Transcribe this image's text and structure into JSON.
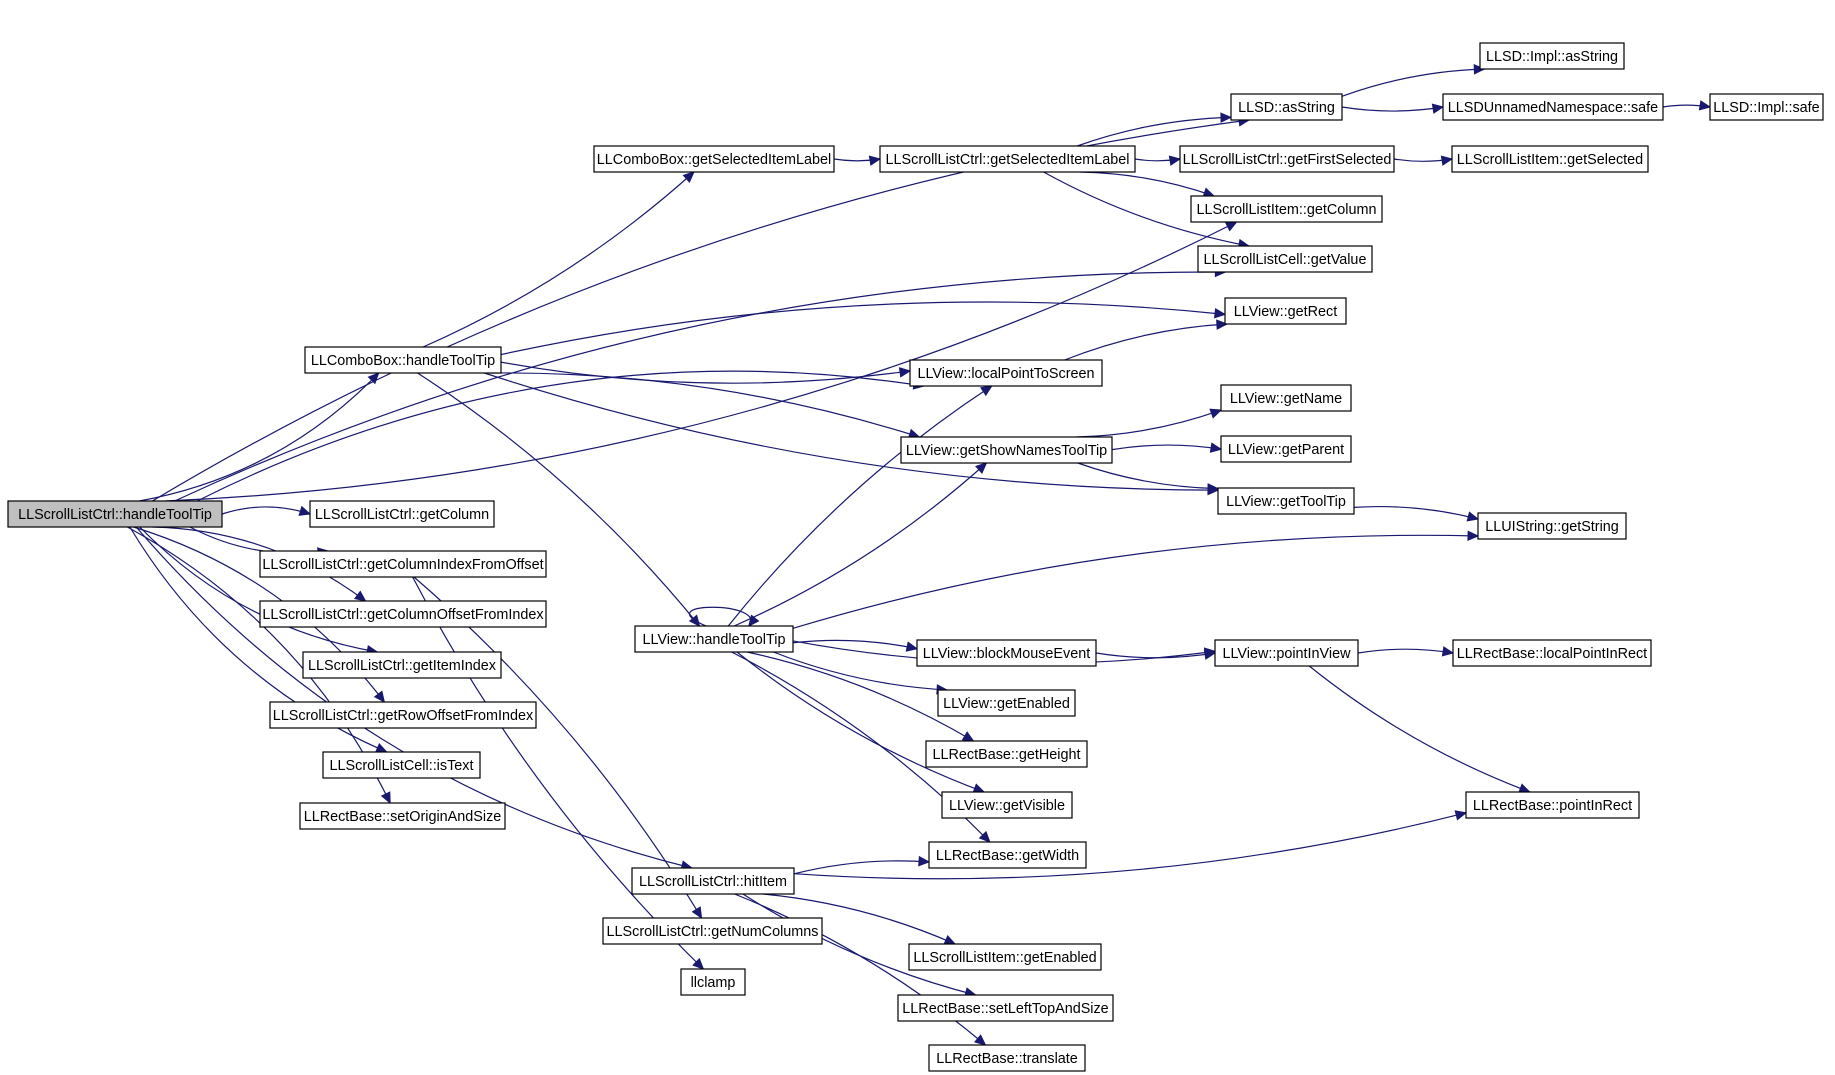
{
  "graph": {
    "nodes": [
      {
        "id": "root",
        "label": "LLScrollListCtrl::handleToolTip",
        "root": true
      },
      {
        "id": "getColumn_ctrl",
        "label": "LLScrollListCtrl::getColumn"
      },
      {
        "id": "getColIdxFromOff",
        "label": "LLScrollListCtrl::getColumnIndexFromOffset"
      },
      {
        "id": "getColOffFromIdx",
        "label": "LLScrollListCtrl::getColumnOffsetFromIndex"
      },
      {
        "id": "getItemIndex",
        "label": "LLScrollListCtrl::getItemIndex"
      },
      {
        "id": "getRowOffFromIdx",
        "label": "LLScrollListCtrl::getRowOffsetFromIndex"
      },
      {
        "id": "cellIsText",
        "label": "LLScrollListCell::isText"
      },
      {
        "id": "setOriginAndSize",
        "label": "LLRectBase::setOriginAndSize"
      },
      {
        "id": "comboHandleToolTip",
        "label": "LLComboBox::handleToolTip"
      },
      {
        "id": "comboGetSelLabel",
        "label": "LLComboBox::getSelectedItemLabel"
      },
      {
        "id": "ctrlGetSelLabel",
        "label": "LLScrollListCtrl::getSelectedItemLabel"
      },
      {
        "id": "llsdAsString",
        "label": "LLSD::asString"
      },
      {
        "id": "implAsString",
        "label": "LLSD::Impl::asString"
      },
      {
        "id": "unnamedSafe",
        "label": "LLSDUnnamedNamespace::safe"
      },
      {
        "id": "implSafe",
        "label": "LLSD::Impl::safe"
      },
      {
        "id": "getFirstSelected",
        "label": "LLScrollListCtrl::getFirstSelected"
      },
      {
        "id": "itemGetSelected",
        "label": "LLScrollListItem::getSelected"
      },
      {
        "id": "itemGetColumn",
        "label": "LLScrollListItem::getColumn"
      },
      {
        "id": "cellGetValue",
        "label": "LLScrollListCell::getValue"
      },
      {
        "id": "viewGetRect",
        "label": "LLView::getRect"
      },
      {
        "id": "localPointToScreen",
        "label": "LLView::localPointToScreen"
      },
      {
        "id": "viewGetName",
        "label": "LLView::getName"
      },
      {
        "id": "getShowNamesToolTip",
        "label": "LLView::getShowNamesToolTip"
      },
      {
        "id": "viewGetParent",
        "label": "LLView::getParent"
      },
      {
        "id": "viewGetToolTip",
        "label": "LLView::getToolTip"
      },
      {
        "id": "uistringGetString",
        "label": "LLUIString::getString"
      },
      {
        "id": "viewHandleToolTip",
        "label": "LLView::handleToolTip"
      },
      {
        "id": "blockMouseEvent",
        "label": "LLView::blockMouseEvent"
      },
      {
        "id": "pointInView",
        "label": "LLView::pointInView"
      },
      {
        "id": "localPointInRect",
        "label": "LLRectBase::localPointInRect"
      },
      {
        "id": "viewGetEnabled",
        "label": "LLView::getEnabled"
      },
      {
        "id": "rectGetHeight",
        "label": "LLRectBase::getHeight"
      },
      {
        "id": "viewGetVisible",
        "label": "LLView::getVisible"
      },
      {
        "id": "rectPointInRect",
        "label": "LLRectBase::pointInRect"
      },
      {
        "id": "rectGetWidth",
        "label": "LLRectBase::getWidth"
      },
      {
        "id": "hitItem",
        "label": "LLScrollListCtrl::hitItem"
      },
      {
        "id": "getNumColumns",
        "label": "LLScrollListCtrl::getNumColumns"
      },
      {
        "id": "itemGetEnabled",
        "label": "LLScrollListItem::getEnabled"
      },
      {
        "id": "setLeftTopAndSize",
        "label": "LLRectBase::setLeftTopAndSize"
      },
      {
        "id": "llclamp",
        "label": "llclamp"
      },
      {
        "id": "rectTranslate",
        "label": "LLRectBase::translate"
      }
    ],
    "edges": [
      [
        "root",
        "llsdAsString"
      ],
      [
        "root",
        "itemGetColumn"
      ],
      [
        "root",
        "cellGetValue"
      ],
      [
        "root",
        "comboHandleToolTip"
      ],
      [
        "root",
        "localPointToScreen"
      ],
      [
        "root",
        "hitItem"
      ],
      [
        "root",
        "getColumn_ctrl"
      ],
      [
        "root",
        "getColIdxFromOff"
      ],
      [
        "root",
        "getColOffFromIdx"
      ],
      [
        "root",
        "getItemIndex"
      ],
      [
        "root",
        "getRowOffFromIdx"
      ],
      [
        "root",
        "cellIsText"
      ],
      [
        "root",
        "setOriginAndSize"
      ],
      [
        "comboHandleToolTip",
        "comboGetSelLabel"
      ],
      [
        "comboHandleToolTip",
        "viewGetRect"
      ],
      [
        "comboHandleToolTip",
        "localPointToScreen"
      ],
      [
        "comboHandleToolTip",
        "getShowNamesToolTip"
      ],
      [
        "comboHandleToolTip",
        "viewGetToolTip"
      ],
      [
        "comboHandleToolTip",
        "viewHandleToolTip"
      ],
      [
        "comboGetSelLabel",
        "ctrlGetSelLabel"
      ],
      [
        "ctrlGetSelLabel",
        "llsdAsString"
      ],
      [
        "ctrlGetSelLabel",
        "getFirstSelected"
      ],
      [
        "ctrlGetSelLabel",
        "itemGetColumn"
      ],
      [
        "ctrlGetSelLabel",
        "cellGetValue"
      ],
      [
        "llsdAsString",
        "implAsString"
      ],
      [
        "llsdAsString",
        "unnamedSafe"
      ],
      [
        "unnamedSafe",
        "implSafe"
      ],
      [
        "getFirstSelected",
        "itemGetSelected"
      ],
      [
        "localPointToScreen",
        "viewGetRect"
      ],
      [
        "getShowNamesToolTip",
        "viewGetName"
      ],
      [
        "getShowNamesToolTip",
        "viewGetParent"
      ],
      [
        "getShowNamesToolTip",
        "viewGetToolTip"
      ],
      [
        "viewGetToolTip",
        "uistringGetString"
      ],
      [
        "viewHandleToolTip",
        "viewHandleToolTip"
      ],
      [
        "viewHandleToolTip",
        "localPointToScreen"
      ],
      [
        "viewHandleToolTip",
        "getShowNamesToolTip"
      ],
      [
        "viewHandleToolTip",
        "uistringGetString"
      ],
      [
        "viewHandleToolTip",
        "pointInView"
      ],
      [
        "viewHandleToolTip",
        "blockMouseEvent"
      ],
      [
        "viewHandleToolTip",
        "viewGetEnabled"
      ],
      [
        "viewHandleToolTip",
        "rectGetHeight"
      ],
      [
        "viewHandleToolTip",
        "viewGetVisible"
      ],
      [
        "viewHandleToolTip",
        "rectGetWidth"
      ],
      [
        "blockMouseEvent",
        "pointInView"
      ],
      [
        "pointInView",
        "localPointInRect"
      ],
      [
        "pointInView",
        "rectPointInRect"
      ],
      [
        "getColIdxFromOff",
        "getNumColumns"
      ],
      [
        "getColIdxFromOff",
        "llclamp"
      ],
      [
        "hitItem",
        "rectGetWidth"
      ],
      [
        "hitItem",
        "rectPointInRect"
      ],
      [
        "hitItem",
        "itemGetEnabled"
      ],
      [
        "hitItem",
        "setLeftTopAndSize"
      ],
      [
        "hitItem",
        "rectTranslate"
      ]
    ]
  }
}
